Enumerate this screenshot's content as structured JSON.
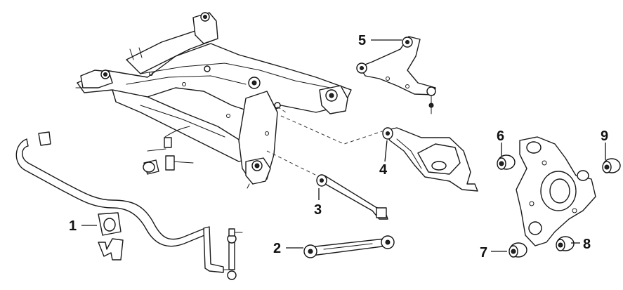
{
  "diagram": {
    "callouts": [
      {
        "number": "1",
        "color": "#111111"
      },
      {
        "number": "2",
        "color": "#111111"
      },
      {
        "number": "3",
        "color": "#111111"
      },
      {
        "number": "4",
        "color": "#111111"
      },
      {
        "number": "5",
        "color": "#111111"
      },
      {
        "number": "6",
        "color": "#111111"
      },
      {
        "number": "7",
        "color": "#111111"
      },
      {
        "number": "8",
        "color": "#111111"
      },
      {
        "number": "9",
        "color": "#111111"
      }
    ]
  }
}
